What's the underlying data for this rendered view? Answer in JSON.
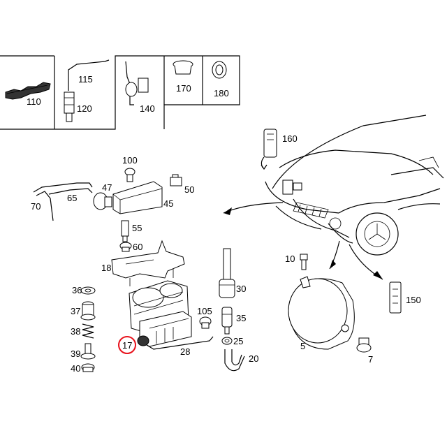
{
  "highlight_color": "#e8101a",
  "highlighted_part": "17",
  "labels": {
    "p110": "110",
    "p115": "115",
    "p120": "120",
    "p140": "140",
    "p170": "170",
    "p180": "180",
    "p160": "160",
    "p100": "100",
    "p47": "47",
    "p50": "50",
    "p45": "45",
    "p70": "70",
    "p65": "65",
    "p55": "55",
    "p60": "60",
    "p18": "18",
    "p36": "36",
    "p37": "37",
    "p38": "38",
    "p39": "39",
    "p40": "40",
    "p17": "17",
    "p30": "30",
    "p105": "105",
    "p35": "35",
    "p25": "25",
    "p28": "28",
    "p20": "20",
    "p10": "10",
    "p5": "5",
    "p7": "7",
    "p150": "150"
  }
}
